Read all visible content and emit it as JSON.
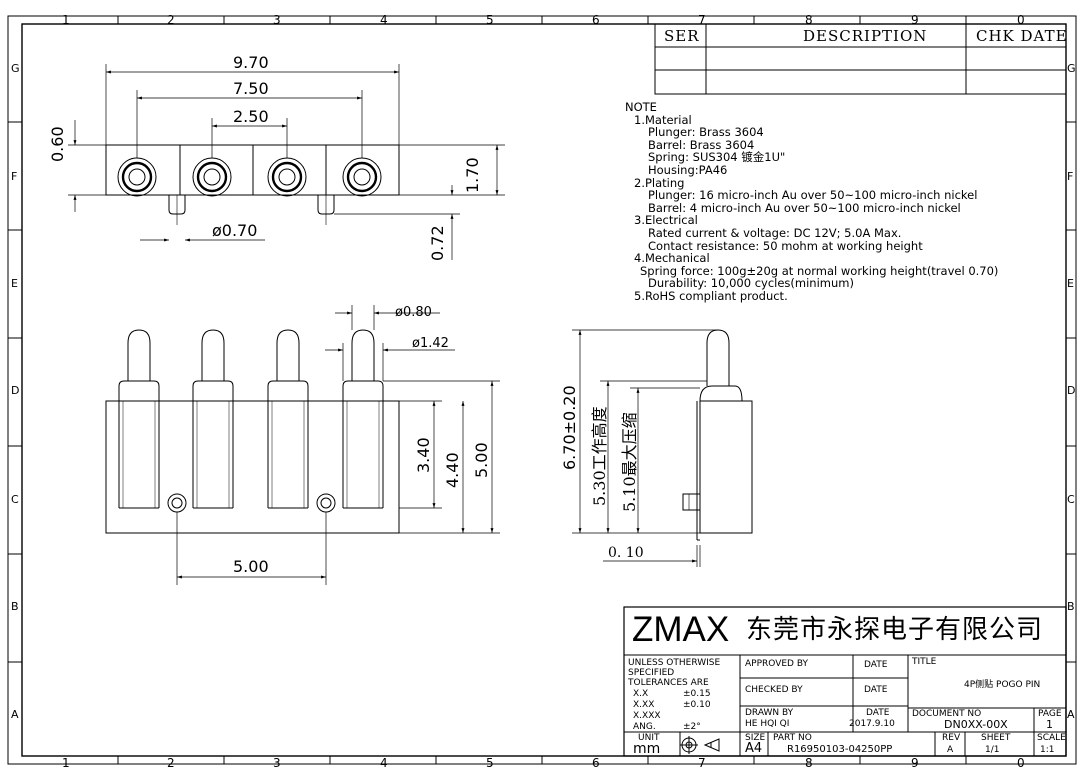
{
  "frame": {
    "columns": [
      "1",
      "2",
      "3",
      "4",
      "5",
      "6",
      "7",
      "8",
      "9",
      "0"
    ],
    "rows": [
      "G",
      "F",
      "E",
      "D",
      "C",
      "B",
      "A"
    ]
  },
  "revision_table": {
    "ser": "SER",
    "description": "DESCRIPTION",
    "chk_date": "CHK DATE"
  },
  "notes": {
    "title": "NOTE",
    "lines": [
      "1.Material",
      "Plunger: Brass 3604",
      "Barrel: Brass  3604",
      "Spring: SUS304 镀金1U\"",
      "Housing:PA46",
      "2.Plating",
      "Plunger: 16 micro-inch  Au over 50~100 micro-inch nickel",
      "Barrel:  4 micro-inch  Au over 50~100 micro-inch nickel",
      "3.Electrical",
      "Rated current & voltage: DC 12V; 5.0A Max.",
      "Contact resistance: 50 mohm at working height",
      "4.Mechanical",
      "Spring force: 100g±20g at normal working height(travel 0.70)",
      "Durability: 10,000 cycles(minimum)",
      "5.RoHS compliant product."
    ]
  },
  "dimensions": {
    "top_view": {
      "overall": "9.70",
      "outer_pitch": "7.50",
      "pitch": "2.50",
      "thickness": "0.60",
      "height": "1.70",
      "peg_dia": "ø0.70",
      "peg_len": "0.72"
    },
    "front_view": {
      "plunger_dia": "ø0.80",
      "barrel_dia": "ø1.42",
      "h1": "3.40",
      "h2": "4.40",
      "h3": "5.00",
      "peg_spacing": "5.00"
    },
    "side_view": {
      "total": "6.70±0.20",
      "working": "5.30工作高度",
      "min_compress": "5.10最大压缩",
      "offset": "0. 10"
    }
  },
  "title_block": {
    "logo": "ZMAX",
    "company": "东莞市永探电子有限公司",
    "tolerances": {
      "heading": "UNLESS OTHERWISE SPECIFIED TOLERANCES ARE",
      "rows": [
        {
          "k": "X.X",
          "v": "±0.15"
        },
        {
          "k": "X.XX",
          "v": "±0.10"
        },
        {
          "k": "X.XXX",
          "v": ""
        },
        {
          "k": "ANG.",
          "v": "±2°"
        }
      ]
    },
    "approved_by": "APPROVED BY",
    "checked_by": "CHECKED BY",
    "drawn_by": "DRAWN BY",
    "drawn_by_name": "HE HQI QI",
    "date_label": "DATE",
    "date_value": "2017.9.10",
    "title_label": "TITLE",
    "title_value": "4P侧贴 POGO PIN",
    "doc_no_label": "DOCUMENT NO",
    "doc_no_value": "DN0XX-00X",
    "page_label": "PAGE",
    "page_value": "1",
    "unit_label": "UNIT",
    "unit_value": "mm",
    "size_label": "SIZE",
    "size_value": "A4",
    "part_no_label": "PART NO",
    "part_no_value": "R16950103-04250PP",
    "rev_label": "REV",
    "rev_value": "A",
    "sheet_label": "SHEET",
    "sheet_value": "1/1",
    "scale_label": "SCALE",
    "scale_value": "1:1"
  }
}
